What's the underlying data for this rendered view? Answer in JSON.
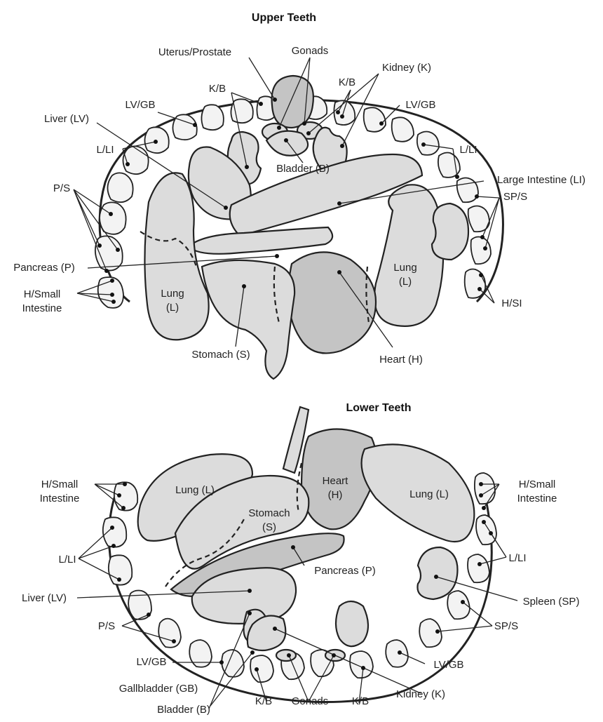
{
  "upper": {
    "title": "Upper Teeth",
    "labels": {
      "uterus_prostate": "Uterus/Prostate",
      "gonads": "Gonads",
      "kidney": "Kidney (K)",
      "kb_left": "K/B",
      "kb_right": "K/B",
      "lvgb_left": "LV/GB",
      "lvgb_right": "LV/GB",
      "liver": "Liver (LV)",
      "lli_left": "L/LI",
      "lli_right": "L/LI",
      "bladder": "Bladder (B)",
      "large_intestine": "Large Intestine (LI)",
      "ps": "P/S",
      "sps": "SP/S",
      "pancreas": "Pancreas (P)",
      "h_small_1": "H/Small",
      "h_small_2": "Intestine",
      "lung_left_1": "Lung",
      "lung_left_2": "(L)",
      "lung_right_1": "Lung",
      "lung_right_2": "(L)",
      "hsi": "H/SI",
      "stomach": "Stomach (S)",
      "heart": "Heart (H)"
    }
  },
  "lower": {
    "title": "Lower Teeth",
    "labels": {
      "h_small_left_1": "H/Small",
      "h_small_left_2": "Intestine",
      "h_small_right_1": "H/Small",
      "h_small_right_2": "Intestine",
      "lung_left": "Lung (L)",
      "lung_right": "Lung (L)",
      "heart_1": "Heart",
      "heart_2": "(H)",
      "stomach_1": "Stomach",
      "stomach_2": "(S)",
      "lli_left": "L/LI",
      "lli_right": "L/LI",
      "pancreas": "Pancreas (P)",
      "liver": "Liver (LV)",
      "spleen": "Spleen (SP)",
      "ps": "P/S",
      "sps": "SP/S",
      "lvgb_left": "LV/GB",
      "lvgb_right": "LV/GB",
      "gallbladder": "Gallbladder (GB)",
      "kidney": "Kidney (K)",
      "bladder": "Bladder (B)",
      "kb_left": "K/B",
      "gonads": "Gonads",
      "kb_right": "K/B"
    }
  }
}
